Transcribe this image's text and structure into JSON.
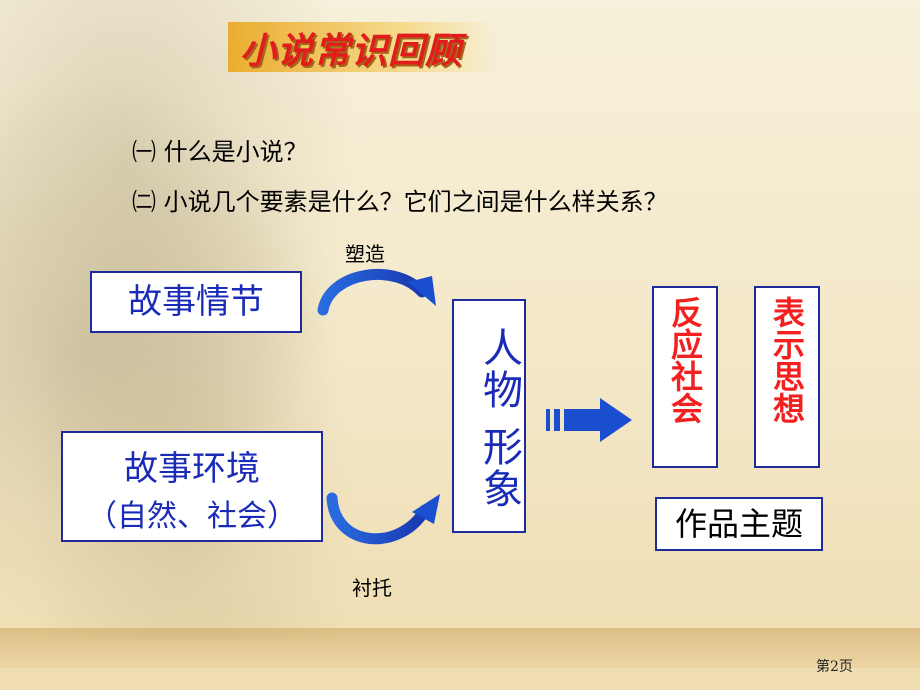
{
  "slide": {
    "title": "小说常识回顾",
    "question_1": "㈠ 什么是小说？",
    "question_2": "㈡ 小说几个要素是什么？它们之间是什么样关系？",
    "label_shape": "塑造",
    "label_foil": "衬托",
    "box_plot": "故事情节",
    "box_env_line1": "故事环境",
    "box_env_line2": "（自然、社会）",
    "box_character": "人物 形象",
    "box_society": "反应社会",
    "box_thought": "表示思想",
    "box_theme": "作品主题",
    "page_number": "第2页"
  },
  "colors": {
    "title": "#e21c1c",
    "box_text_blue": "#1a2bb8",
    "box_border": "#1f2a9c",
    "arrow": "#1a4fd0",
    "red_text": "#f32020"
  }
}
